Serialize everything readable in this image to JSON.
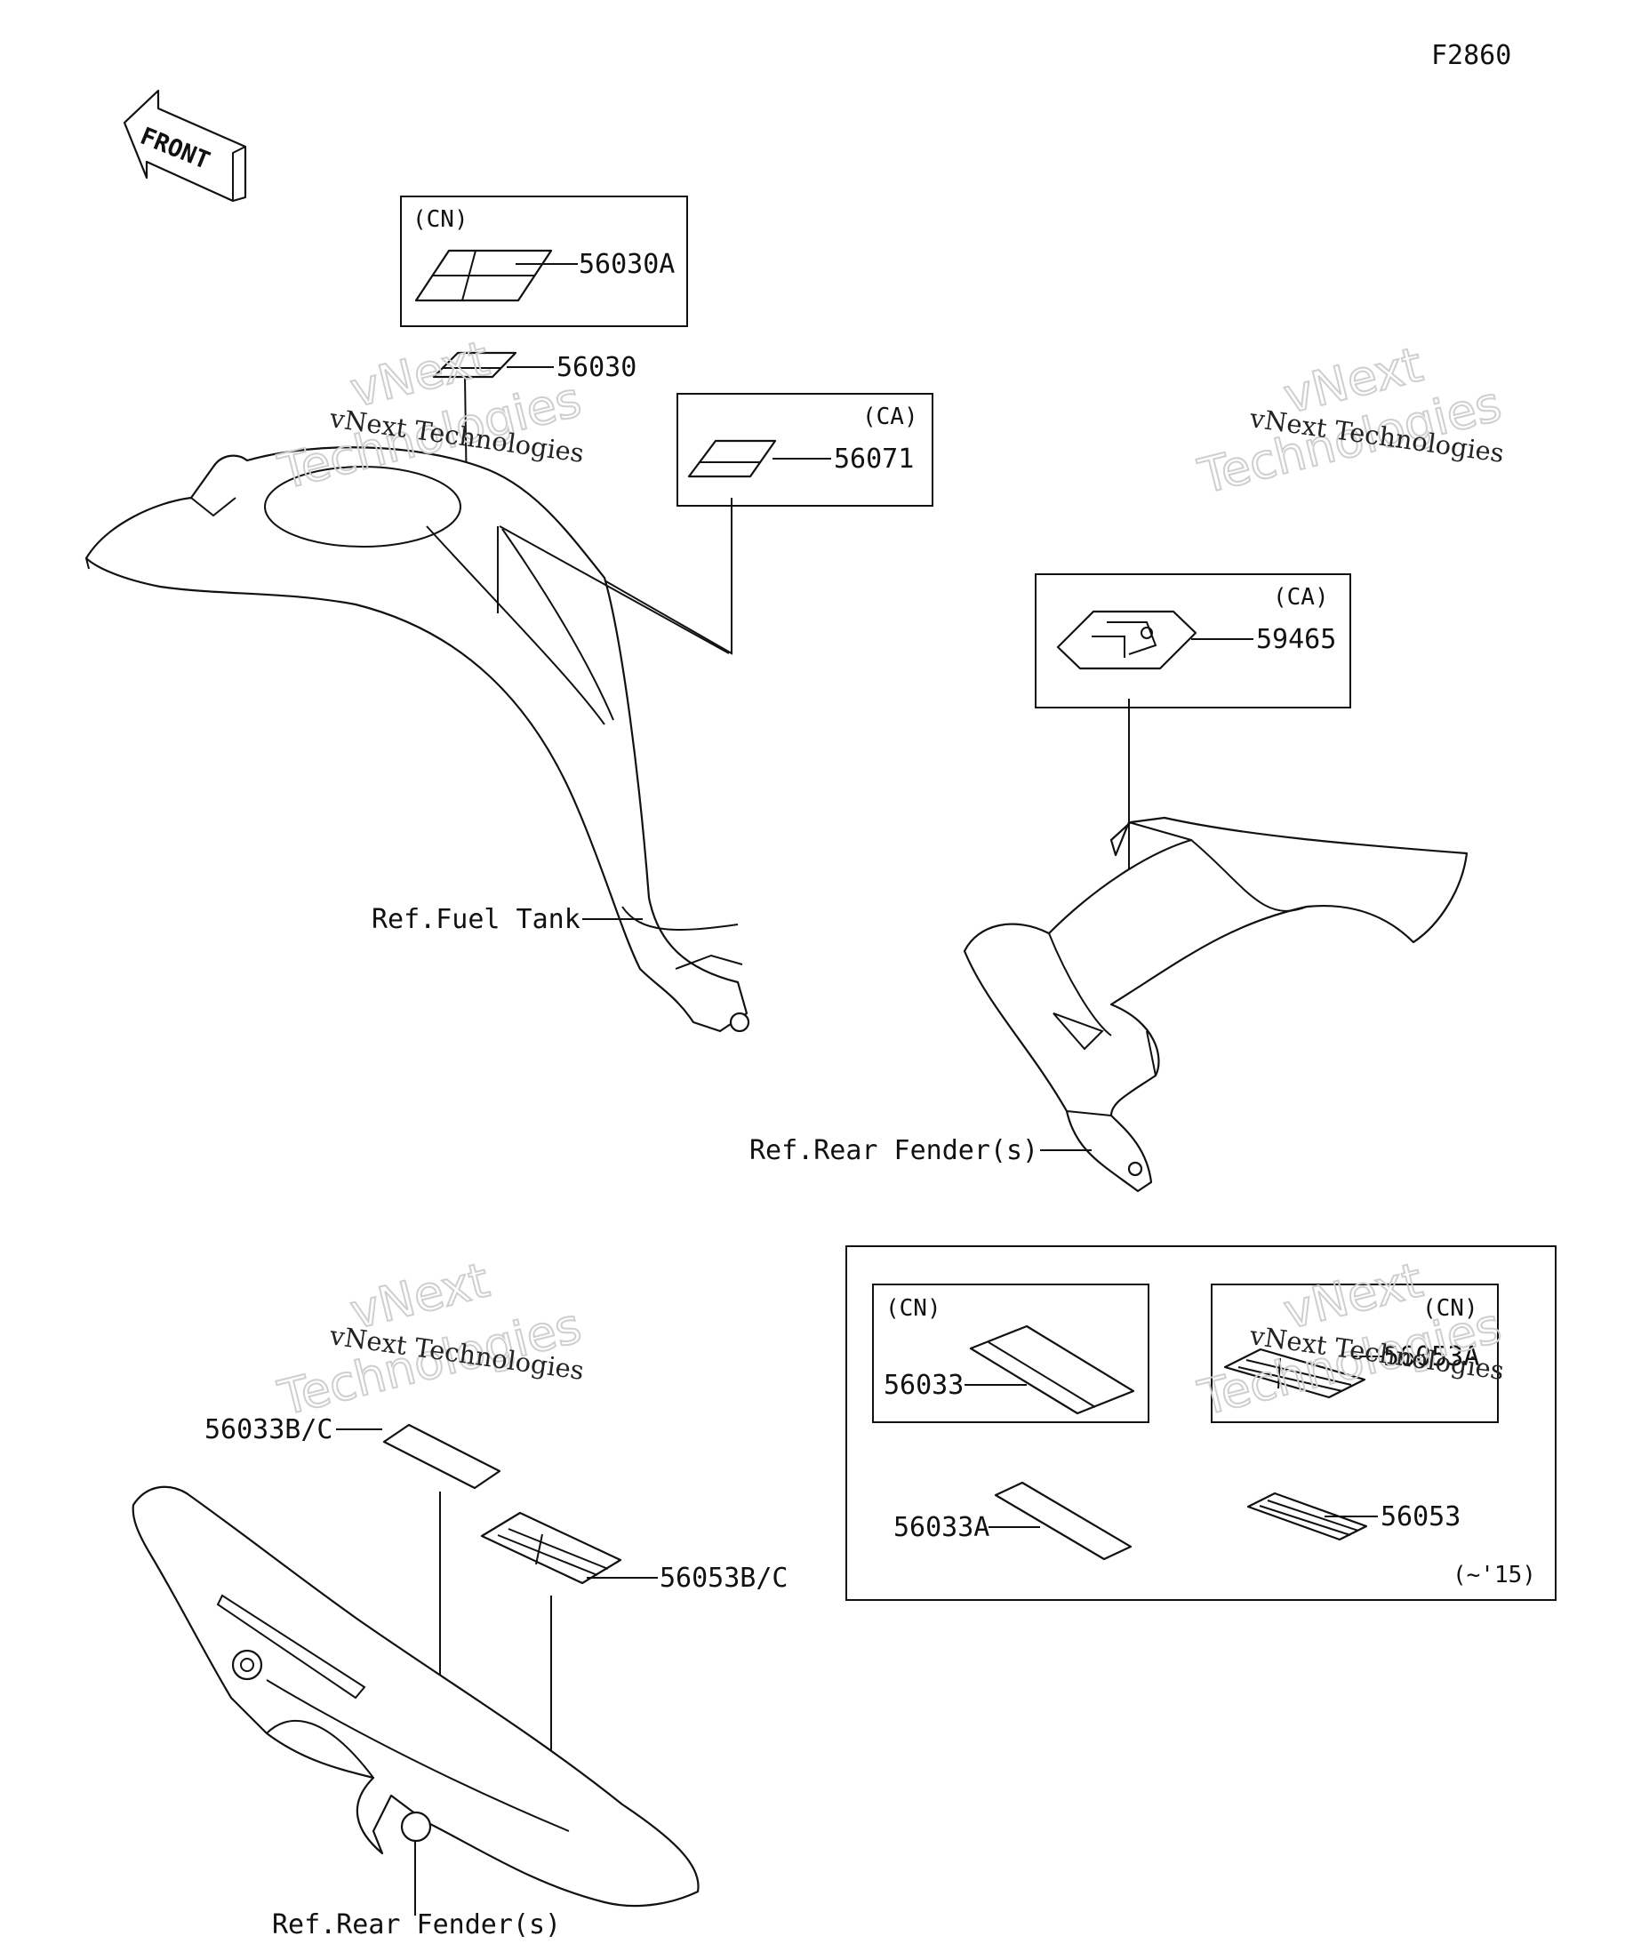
{
  "figure_code": "F2860",
  "front_label": "FRONT",
  "watermark": {
    "line1": "vNext Technologies",
    "line2": "vNext",
    "line3": "Technologies"
  },
  "callouts": {
    "p56030A": "56030A",
    "p56030": "56030",
    "p56071": "56071",
    "p59465": "59465",
    "p56033Bc": "56033B/C",
    "p56053Bc": "56053B/C",
    "p56033": "56033",
    "p56053A": "56053A",
    "p56033A": "56033A",
    "p56053": "56053"
  },
  "box_tags": {
    "cn_top": "(CN)",
    "ca_56071": "(CA)",
    "ca_59465": "(CA)",
    "cn_56033": "(CN)",
    "cn_56053A": "(CN)",
    "year_note": "(~'15)"
  },
  "references": {
    "fuel_tank": "Ref.Fuel Tank",
    "rear_fender_right": "Ref.Rear Fender(s)",
    "rear_fender_bottom": "Ref.Rear Fender(s)"
  },
  "colors": {
    "line": "#111111",
    "background": "#ffffff",
    "watermark_outline": "#cfcfcf"
  }
}
